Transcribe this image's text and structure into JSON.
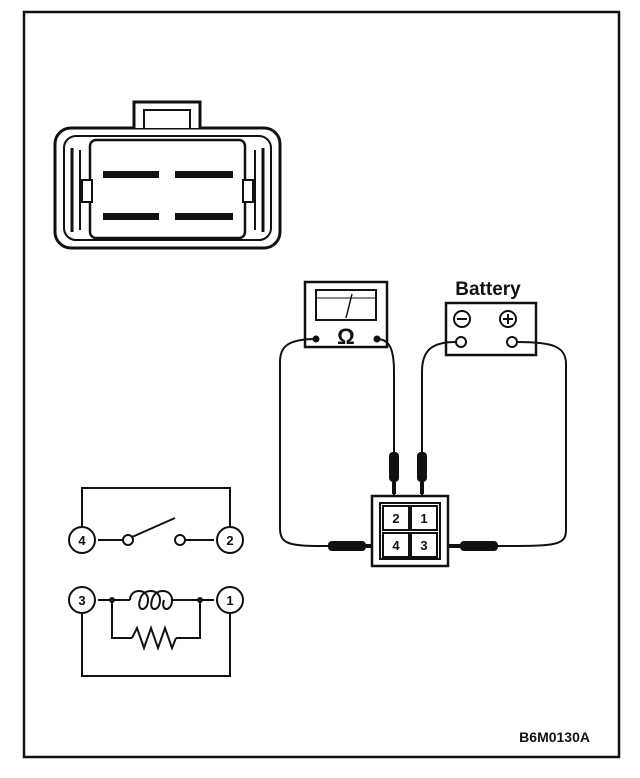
{
  "diagram": {
    "figure_code": "B6M0130A",
    "battery": {
      "label": "Battery",
      "negative_symbol": "⊖",
      "positive_symbol": "⊕"
    },
    "ohmmeter": {
      "symbol": "Ω"
    },
    "test_connector": {
      "terminals": [
        "2",
        "1",
        "4",
        "3"
      ]
    },
    "relay_schematic": {
      "terminals": [
        "4",
        "2",
        "3",
        "1"
      ]
    }
  }
}
